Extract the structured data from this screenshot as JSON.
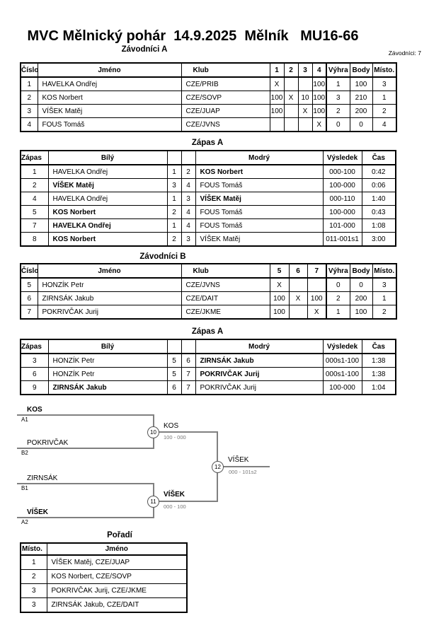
{
  "page": {
    "title": "MVC Mělnický pohár  14.9.2025  Mělník   MU16-66",
    "competitors_count": "Závodníci: 7"
  },
  "sections": {
    "group_a_title": "Závodníci A",
    "match_a1_title": "Zápas A",
    "group_b_title": "Závodníci B",
    "match_a2_title": "Zápas A",
    "ranking_title": "Pořadí"
  },
  "group_a_table": {
    "headers": [
      "Číslo",
      "Jméno",
      "Klub",
      "1",
      "2",
      "3",
      "4",
      "Výhra",
      "Body",
      "Místo."
    ],
    "rows": [
      {
        "num": "1",
        "name": "HAVELKA Ondřej",
        "club": "CZE/PRIB",
        "s1": "X",
        "s2": "",
        "s3": "",
        "s4": "100",
        "wins": "1",
        "points": "100",
        "place": "3"
      },
      {
        "num": "2",
        "name": "KOS Norbert",
        "club": "CZE/SOVP",
        "s1": "100",
        "s2": "X",
        "s3": "10",
        "s4": "100",
        "wins": "3",
        "points": "210",
        "place": "1"
      },
      {
        "num": "3",
        "name": "VÍŠEK Matěj",
        "club": "CZE/JUAP",
        "s1": "100",
        "s2": "",
        "s3": "X",
        "s4": "100",
        "wins": "2",
        "points": "200",
        "place": "2"
      },
      {
        "num": "4",
        "name": "FOUS Tomáš",
        "club": "CZE/JVNS",
        "s1": "",
        "s2": "",
        "s3": "",
        "s4": "X",
        "wins": "0",
        "points": "0",
        "place": "4"
      }
    ]
  },
  "match_a1_table": {
    "headers": [
      "Zápas",
      "Bílý",
      "",
      "",
      "Modrý",
      "Výsledek",
      "Čas"
    ],
    "rows": [
      {
        "match": "1",
        "white": "HAVELKA Ondřej",
        "white_bold": false,
        "wn": "1",
        "bn": "2",
        "blue": "KOS Norbert",
        "blue_bold": true,
        "result": "000-100",
        "time": "0:42"
      },
      {
        "match": "2",
        "white": "VÍŠEK Matěj",
        "white_bold": true,
        "wn": "3",
        "bn": "4",
        "blue": "FOUS Tomáš",
        "blue_bold": false,
        "result": "100-000",
        "time": "0:06"
      },
      {
        "match": "4",
        "white": "HAVELKA Ondřej",
        "white_bold": false,
        "wn": "1",
        "bn": "3",
        "blue": "VÍŠEK Matěj",
        "blue_bold": true,
        "result": "000-110",
        "time": "1:40"
      },
      {
        "match": "5",
        "white": "KOS Norbert",
        "white_bold": true,
        "wn": "2",
        "bn": "4",
        "blue": "FOUS Tomáš",
        "blue_bold": false,
        "result": "100-000",
        "time": "0:43"
      },
      {
        "match": "7",
        "white": "HAVELKA Ondřej",
        "white_bold": true,
        "wn": "1",
        "bn": "4",
        "blue": "FOUS Tomáš",
        "blue_bold": false,
        "result": "101-000",
        "time": "1:08"
      },
      {
        "match": "8",
        "white": "KOS Norbert",
        "white_bold": true,
        "wn": "2",
        "bn": "3",
        "blue": "VÍŠEK Matěj",
        "blue_bold": false,
        "result": "011-001s1",
        "time": "3:00"
      }
    ]
  },
  "group_b_table": {
    "headers": [
      "Číslo",
      "Jméno",
      "Klub",
      "5",
      "6",
      "7",
      "Výhra",
      "Body",
      "Místo."
    ],
    "rows": [
      {
        "num": "5",
        "name": "HONZÍK Petr",
        "club": "CZE/JVNS",
        "s5": "X",
        "s6": "",
        "s7": "",
        "wins": "0",
        "points": "0",
        "place": "3"
      },
      {
        "num": "6",
        "name": "ZIRNSÁK Jakub",
        "club": "CZE/DAIT",
        "s5": "100",
        "s6": "X",
        "s7": "100",
        "wins": "2",
        "points": "200",
        "place": "1"
      },
      {
        "num": "7",
        "name": "POKRIVČAK Jurij",
        "club": "CZE/JKME",
        "s5": "100",
        "s6": "",
        "s7": "X",
        "wins": "1",
        "points": "100",
        "place": "2"
      }
    ]
  },
  "match_a2_table": {
    "headers": [
      "Zápas",
      "Bílý",
      "",
      "",
      "Modrý",
      "Výsledek",
      "Čas"
    ],
    "rows": [
      {
        "match": "3",
        "white": "HONZÍK Petr",
        "white_bold": false,
        "wn": "5",
        "bn": "6",
        "blue": "ZIRNSÁK Jakub",
        "blue_bold": true,
        "result": "000s1-100",
        "time": "1:38"
      },
      {
        "match": "6",
        "white": "HONZÍK Petr",
        "white_bold": false,
        "wn": "5",
        "bn": "7",
        "blue": "POKRIVČAK Jurij",
        "blue_bold": true,
        "result": "000s1-100",
        "time": "1:38"
      },
      {
        "match": "9",
        "white": "ZIRNSÁK Jakub",
        "white_bold": true,
        "wn": "6",
        "bn": "7",
        "blue": "POKRIVČAK Jurij",
        "blue_bold": false,
        "result": "100-000",
        "time": "1:04"
      }
    ]
  },
  "bracket": {
    "entries": [
      {
        "name": "KOS",
        "seed": "A1",
        "bold": true
      },
      {
        "name": "POKRIVČAK",
        "seed": "B2",
        "bold": false
      },
      {
        "name": "ZIRNSÁK",
        "seed": "B1",
        "bold": false
      },
      {
        "name": "VÍŠEK",
        "seed": "A2",
        "bold": true
      }
    ],
    "matches": [
      {
        "number": "10",
        "winner": "KOS",
        "score": "100 - 000",
        "bold": false
      },
      {
        "number": "11",
        "winner": "VÍŠEK",
        "score": "000 - 100",
        "bold": true
      },
      {
        "number": "12",
        "winner": "VÍŠEK",
        "score": "000 - 101s2",
        "bold": false
      }
    ]
  },
  "ranking_table": {
    "headers": [
      "Místo.",
      "Jméno"
    ],
    "rows": [
      {
        "place": "1",
        "name": "VÍŠEK Matěj, CZE/JUAP"
      },
      {
        "place": "2",
        "name": "KOS Norbert, CZE/SOVP"
      },
      {
        "place": "3",
        "name": "POKRIVČAK Jurij, CZE/JKME"
      },
      {
        "place": "3",
        "name": "ZIRNSÁK Jakub, CZE/DAIT"
      }
    ]
  }
}
